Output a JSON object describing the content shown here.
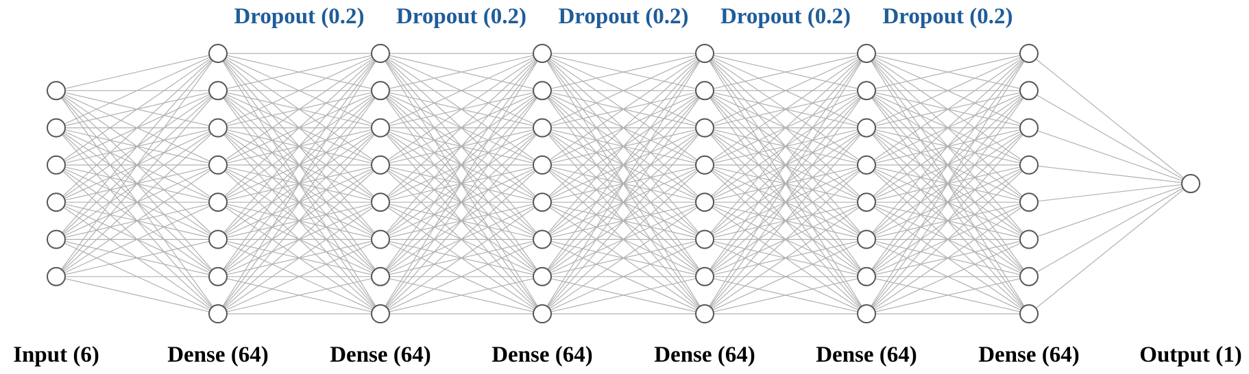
{
  "diagram": {
    "type": "neural-network",
    "colors": {
      "edge": "#b0b0b0",
      "node_stroke": "#555555",
      "node_fill": "#ffffff",
      "dropout_text": "#1f5c99",
      "layer_text": "#000000"
    },
    "layers": [
      {
        "label": "Input (6)",
        "units_drawn": 6
      },
      {
        "label": "Dense (64)",
        "units_drawn": 8
      },
      {
        "label": "Dense (64)",
        "units_drawn": 8
      },
      {
        "label": "Dense (64)",
        "units_drawn": 8
      },
      {
        "label": "Dense (64)",
        "units_drawn": 8
      },
      {
        "label": "Dense (64)",
        "units_drawn": 8
      },
      {
        "label": "Dense (64)",
        "units_drawn": 8
      },
      {
        "label": "Output (1)",
        "units_drawn": 1
      }
    ],
    "dropouts": [
      {
        "label": "Dropout (0.2)",
        "after_layer": 1
      },
      {
        "label": "Dropout (0.2)",
        "after_layer": 2
      },
      {
        "label": "Dropout (0.2)",
        "after_layer": 3
      },
      {
        "label": "Dropout (0.2)",
        "after_layer": 4
      },
      {
        "label": "Dropout (0.2)",
        "after_layer": 5
      }
    ]
  }
}
